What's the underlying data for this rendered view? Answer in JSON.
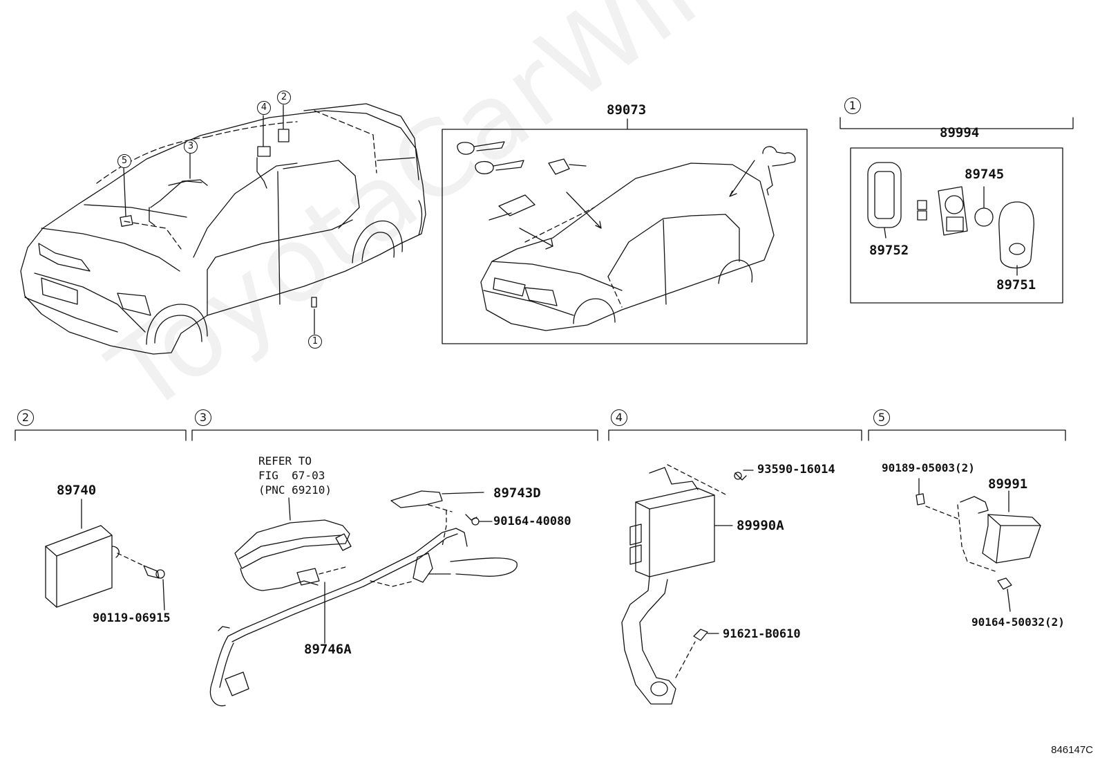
{
  "watermark": "ToyotaCarWiner.ru",
  "figure_code": "846147C",
  "overview": {
    "callouts": [
      "1",
      "2",
      "3",
      "4",
      "5"
    ]
  },
  "key_set": {
    "part": "89073"
  },
  "transmitter": {
    "group": "1",
    "part": "89994",
    "parts": [
      "89745",
      "89752",
      "89751"
    ]
  },
  "sections": [
    {
      "index": "2",
      "parts": [
        "89740",
        "90119-06915"
      ]
    },
    {
      "index": "3",
      "parts": [
        "89743D",
        "90164-40080",
        "89746A"
      ],
      "refer": [
        "REFER TO",
        "FIG  67-03",
        "(PNC 69210)"
      ]
    },
    {
      "index": "4",
      "parts": [
        "93590-16014",
        "89990A",
        "91621-B0610"
      ]
    },
    {
      "index": "5",
      "parts": [
        "90189-05003(2)",
        "89991",
        "90164-50032(2)"
      ]
    }
  ]
}
